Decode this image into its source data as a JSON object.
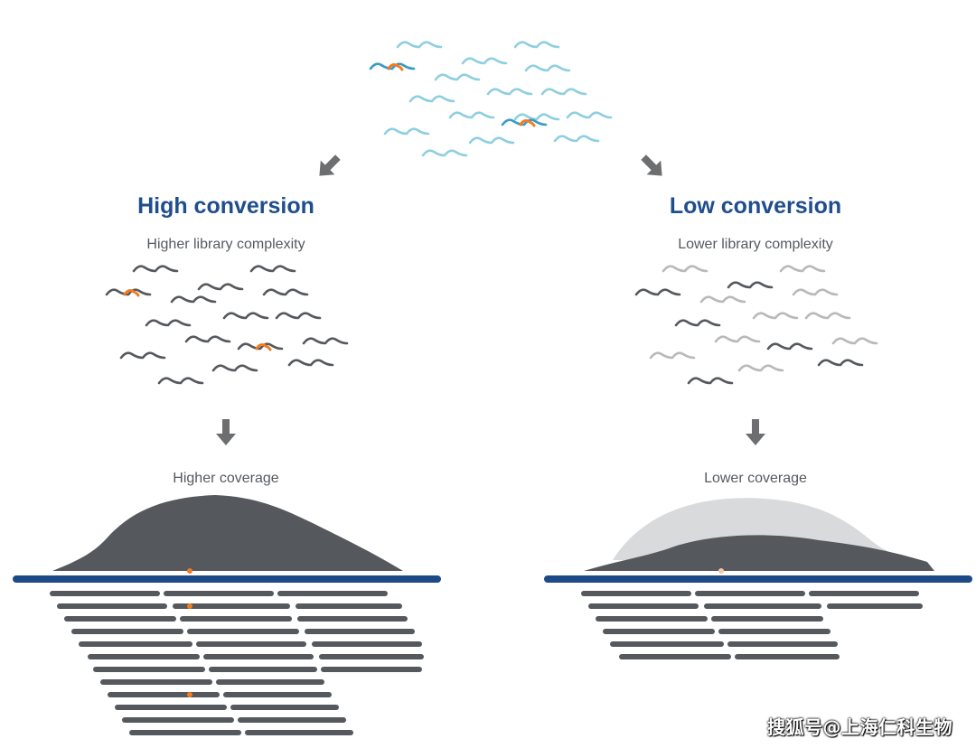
{
  "colors": {
    "title_blue": "#1f4e8c",
    "source_strand": "#8fcfdf",
    "source_strand_dark": "#3a9cc4",
    "converted_strand": "#55585c",
    "unconverted_strand": "#b9b9b9",
    "highlight": "#f47b20",
    "coverage_dark": "#55585c",
    "coverage_light": "#d9dadb",
    "reference_bar": "#1c4a86",
    "arrow_gray": "#6d6e70"
  },
  "left_panel": {
    "title": "High conversion",
    "complexity_label": "Higher library complexity",
    "coverage_label": "Higher coverage"
  },
  "right_panel": {
    "title": "Low conversion",
    "complexity_label": "Lower library complexity",
    "coverage_label": "Lower coverage"
  },
  "watermark": "搜狐号@上海仁科生物"
}
